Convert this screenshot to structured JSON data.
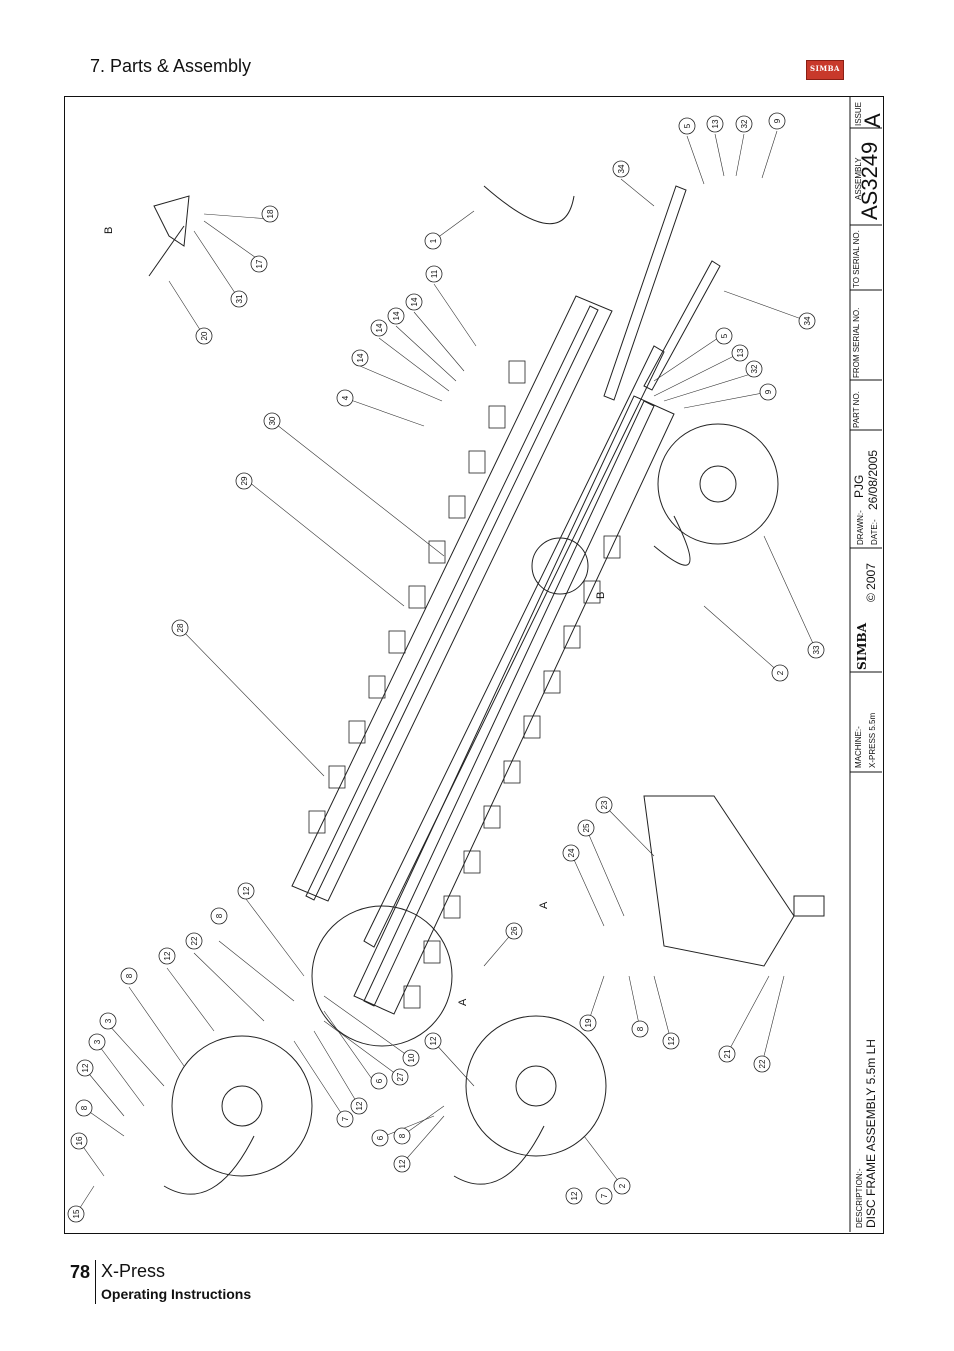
{
  "header": {
    "section_title": "7. Parts & Assembly",
    "logo_text": "SIMBA"
  },
  "titleblock": {
    "issue_label": "ISSUE",
    "issue_value": "A",
    "assembly_label": "ASSEMBLY",
    "assembly_value": "AS3249",
    "to_serial_label": "TO SERIAL NO.",
    "from_serial_label": "FROM SERIAL NO.",
    "part_no_label": "PART NO.",
    "drawn_label": "DRAWN:-",
    "drawn_value": "PJG",
    "date_label": "DATE:-",
    "date_value": "26/08/2005",
    "copyright": "© 2007",
    "brand": "SIMBA",
    "machine_label": "MACHINE:-",
    "machine_value": "X-PRESS 5.5m",
    "description_label": "DESCRIPTION:-",
    "description_value": "DISC FRAME ASSEMBLY 5.5m LH"
  },
  "callouts": [
    {
      "n": "5"
    },
    {
      "n": "13"
    },
    {
      "n": "32"
    },
    {
      "n": "9"
    },
    {
      "n": "34"
    },
    {
      "n": "18"
    },
    {
      "n": "17"
    },
    {
      "n": "31"
    },
    {
      "n": "20"
    },
    {
      "n": "1"
    },
    {
      "n": "11"
    },
    {
      "n": "14"
    },
    {
      "n": "14"
    },
    {
      "n": "14"
    },
    {
      "n": "14"
    },
    {
      "n": "4"
    },
    {
      "n": "34"
    },
    {
      "n": "5"
    },
    {
      "n": "13"
    },
    {
      "n": "32"
    },
    {
      "n": "9"
    },
    {
      "n": "30"
    },
    {
      "n": "29"
    },
    {
      "n": "28"
    },
    {
      "n": "33"
    },
    {
      "n": "2"
    },
    {
      "n": "23"
    },
    {
      "n": "25"
    },
    {
      "n": "24"
    },
    {
      "n": "26"
    },
    {
      "n": "12"
    },
    {
      "n": "8"
    },
    {
      "n": "22"
    },
    {
      "n": "12"
    },
    {
      "n": "8"
    },
    {
      "n": "3"
    },
    {
      "n": "3"
    },
    {
      "n": "12"
    },
    {
      "n": "8"
    },
    {
      "n": "16"
    },
    {
      "n": "15"
    },
    {
      "n": "10"
    },
    {
      "n": "6"
    },
    {
      "n": "27"
    },
    {
      "n": "12"
    },
    {
      "n": "7"
    },
    {
      "n": "12"
    },
    {
      "n": "6"
    },
    {
      "n": "8"
    },
    {
      "n": "12"
    },
    {
      "n": "2"
    },
    {
      "n": "19"
    },
    {
      "n": "8"
    },
    {
      "n": "12"
    },
    {
      "n": "21"
    },
    {
      "n": "22"
    },
    {
      "n": "12"
    },
    {
      "n": "7"
    }
  ],
  "view_labels": [
    {
      "t": "B"
    },
    {
      "t": "A"
    },
    {
      "t": "A"
    },
    {
      "t": "B"
    }
  ],
  "footer": {
    "page_number": "78",
    "product": "X-Press",
    "subtitle": "Operating Instructions"
  }
}
